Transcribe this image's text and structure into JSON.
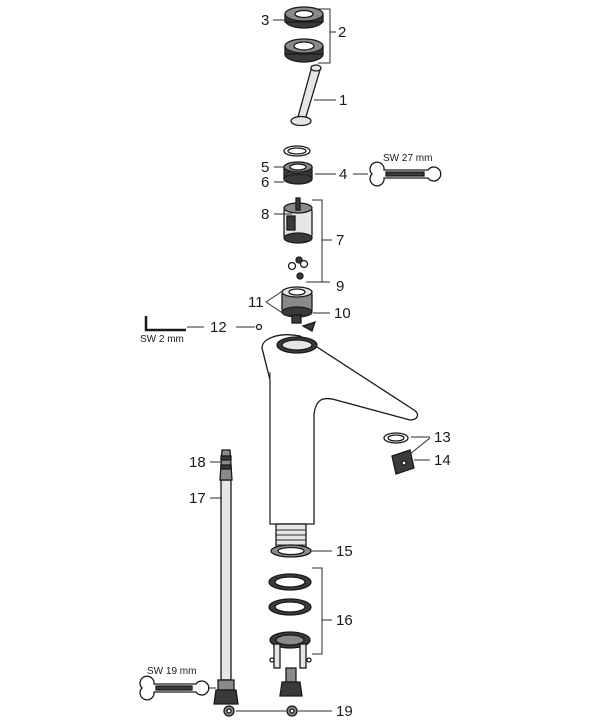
{
  "parts": [
    {
      "id": "1",
      "label": "1"
    },
    {
      "id": "2",
      "label": "2"
    },
    {
      "id": "3",
      "label": "3"
    },
    {
      "id": "4",
      "label": "4"
    },
    {
      "id": "5",
      "label": "5"
    },
    {
      "id": "6",
      "label": "6"
    },
    {
      "id": "7",
      "label": "7"
    },
    {
      "id": "8",
      "label": "8"
    },
    {
      "id": "9",
      "label": "9"
    },
    {
      "id": "10",
      "label": "10"
    },
    {
      "id": "11",
      "label": "11"
    },
    {
      "id": "12",
      "label": "12"
    },
    {
      "id": "13",
      "label": "13"
    },
    {
      "id": "14",
      "label": "14"
    },
    {
      "id": "15",
      "label": "15"
    },
    {
      "id": "16",
      "label": "16"
    },
    {
      "id": "17",
      "label": "17"
    },
    {
      "id": "18",
      "label": "18"
    },
    {
      "id": "19",
      "label": "19"
    }
  ],
  "tools": {
    "wrench_27": "SW 27 mm",
    "hex_key_2": "SW 2 mm",
    "wrench_19": "SW 19 mm"
  }
}
